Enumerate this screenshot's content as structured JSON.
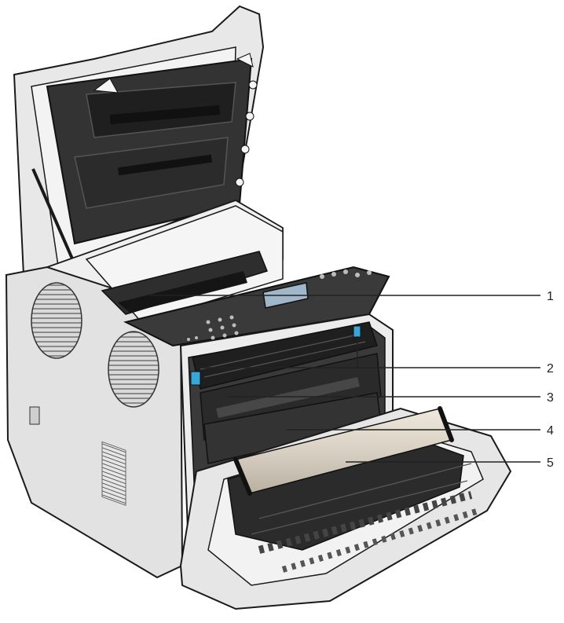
{
  "figure": {
    "callouts": [
      {
        "label": "1"
      },
      {
        "label": "2"
      },
      {
        "label": "3"
      },
      {
        "label": "4"
      },
      {
        "label": "5"
      }
    ]
  },
  "colors": {
    "outline": "#1a1a1a",
    "body_light": "#e9e9e9",
    "body_mid": "#c8c8c8",
    "dark_part": "#3a3a3a",
    "darker_part": "#262626",
    "accent_blue": "#3aa6d8",
    "roller_tan": "#d8d0c2"
  }
}
